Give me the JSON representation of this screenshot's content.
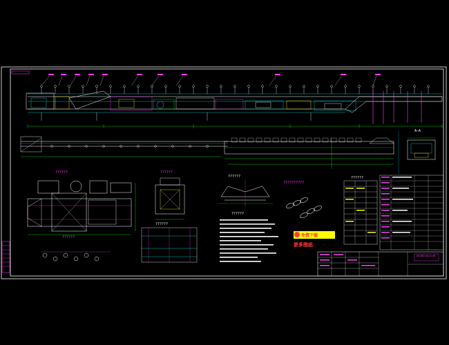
{
  "drawing": {
    "title_block_code": "DSJ80/40/2×40",
    "section_label_a": "A—A",
    "stamp_line1": "免费下载",
    "stamp_line2": "更多图纸",
    "view_label_1": "??????",
    "view_label_2": "??????",
    "view_label_3": "??????",
    "view_label_4": "??????",
    "view_label_5": "??????",
    "view_label_6": "??????????",
    "view_label_7": "??????",
    "table_header": "??????"
  },
  "colors": {
    "background": "#000000",
    "frame": "#ffffff",
    "geometry": "#00e5e5",
    "dimension": "#00ff00",
    "accent_magenta": "#ff40ff",
    "accent_yellow": "#ffff00",
    "accent_red": "#ff3b3b",
    "table_text": "#ff40ff"
  }
}
